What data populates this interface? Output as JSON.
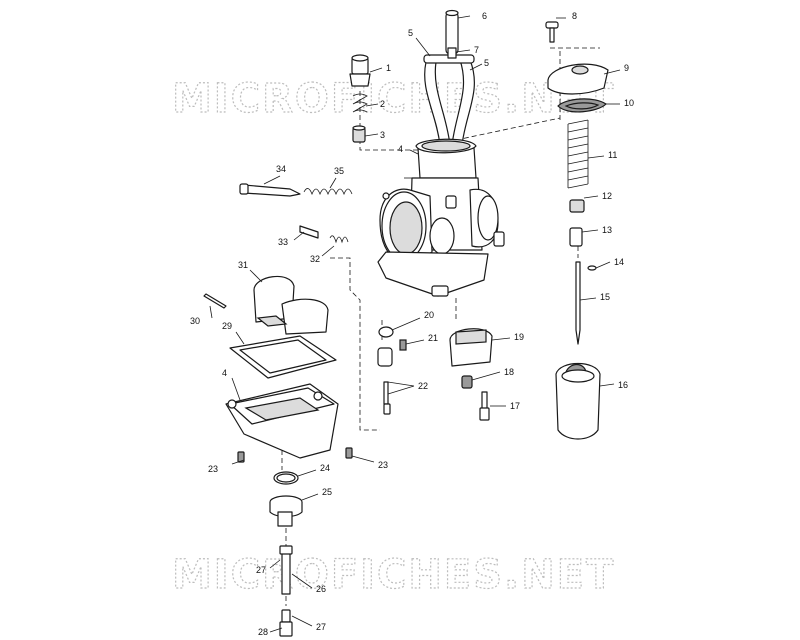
{
  "watermark": {
    "text": "MICROFICHES.NET"
  },
  "callouts": [
    "1",
    "2",
    "3",
    "4",
    "4",
    "5",
    "5",
    "6",
    "7",
    "8",
    "9",
    "10",
    "11",
    "12",
    "13",
    "14",
    "15",
    "16",
    "17",
    "18",
    "19",
    "20",
    "21",
    "22",
    "23",
    "23",
    "24",
    "25",
    "26",
    "27",
    "27",
    "28",
    "29",
    "30",
    "31",
    "32",
    "33",
    "34",
    "35"
  ],
  "colors": {
    "line": "#1a1a1a",
    "watermark": "#bdbdbd",
    "background": "#ffffff"
  }
}
